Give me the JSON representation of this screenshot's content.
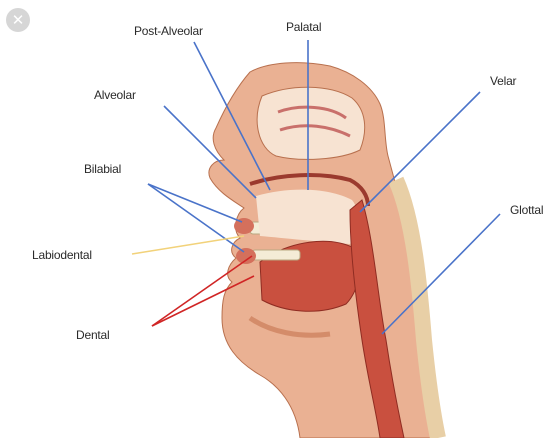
{
  "close_button": {
    "icon": "close-icon",
    "glyph": "✕"
  },
  "labels": {
    "post_alveolar": "Post-Alveolar",
    "palatal": "Palatal",
    "velar": "Velar",
    "alveolar": "Alveolar",
    "bilabial": "Bilabial",
    "glottal": "Glottal",
    "labiodental": "Labiodental",
    "dental": "Dental"
  },
  "colors": {
    "leader_blue": "#4a73c9",
    "leader_red": "#d02525",
    "leader_yellow": "#f2d27a",
    "tissue": "#eab193",
    "muscle": "#c9503f",
    "cavity": "#f7e3d2",
    "bone": "#e8cfa6"
  }
}
